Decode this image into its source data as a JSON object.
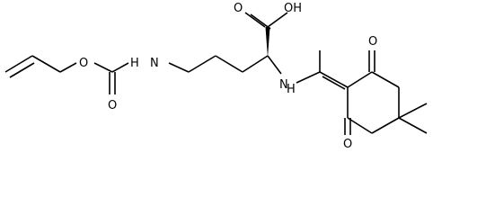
{
  "molecule": {
    "atoms": {
      "o_acid_oh": "OH",
      "o_acid_carbonyl": "O",
      "n_alpha": "N",
      "h_alpha": "H",
      "o_ketone_top": "O",
      "o_ketone_bottom": "O",
      "o_ester": "O",
      "o_carbamate_carbonyl": "O",
      "n_carbamate": "N",
      "h_carbamate": "H"
    }
  }
}
